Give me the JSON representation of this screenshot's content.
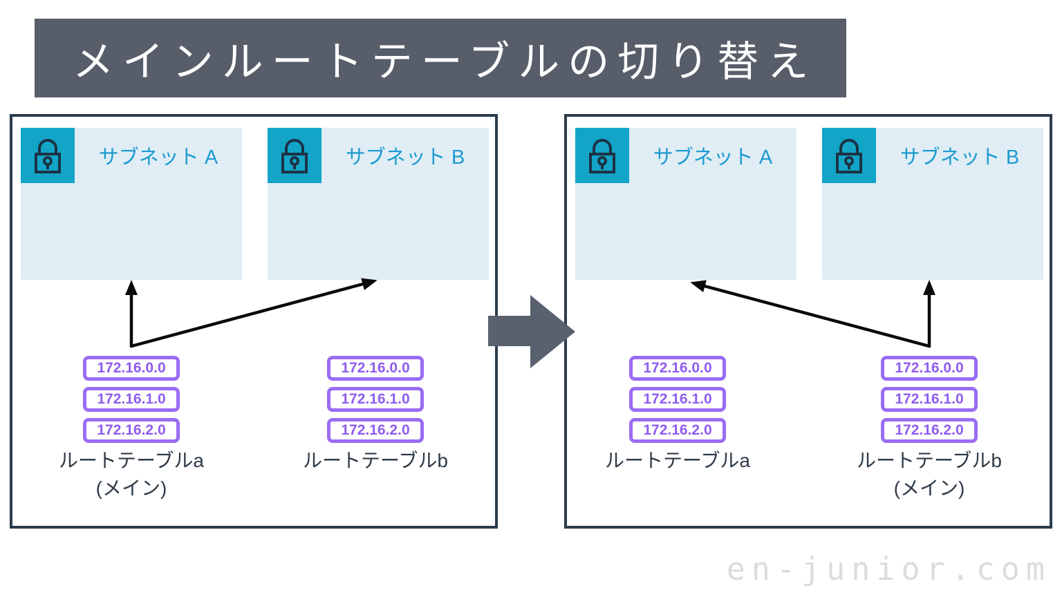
{
  "title": "メインルートテーブルの切り替え",
  "watermark": "en-junior.com",
  "colors": {
    "title_bar_bg": "#575E6A",
    "panel_border": "#2C3C4D",
    "subnet_fill": "#E0EDF5",
    "subnet_icon_bg": "#12A5C8",
    "subnet_icon_stroke": "#1C3245",
    "subnet_label": "#1C9BD0",
    "route_box": "#9A6CF3",
    "route_text": "#8F5CF0",
    "label_text": "#2E3A47",
    "transition_arrow": "#59616E",
    "connector": "#0A0A0A",
    "watermark": "#DCDCDC"
  },
  "panels": [
    {
      "name": "before",
      "subnets": [
        {
          "label": "サブネット A"
        },
        {
          "label": "サブネット B"
        }
      ],
      "route_tables": [
        {
          "name": "ルートテーブルa",
          "role": "(メイン)",
          "is_main": true,
          "routes": [
            "172.16.0.0",
            "172.16.1.0",
            "172.16.2.0"
          ],
          "associated_subnets": [
            "サブネット A",
            "サブネット B"
          ]
        },
        {
          "name": "ルートテーブルb",
          "role": "",
          "is_main": false,
          "routes": [
            "172.16.0.0",
            "172.16.1.0",
            "172.16.2.0"
          ],
          "associated_subnets": []
        }
      ]
    },
    {
      "name": "after",
      "subnets": [
        {
          "label": "サブネット A"
        },
        {
          "label": "サブネット B"
        }
      ],
      "route_tables": [
        {
          "name": "ルートテーブルa",
          "role": "",
          "is_main": false,
          "routes": [
            "172.16.0.0",
            "172.16.1.0",
            "172.16.2.0"
          ],
          "associated_subnets": []
        },
        {
          "name": "ルートテーブルb",
          "role": "(メイン)",
          "is_main": true,
          "routes": [
            "172.16.0.0",
            "172.16.1.0",
            "172.16.2.0"
          ],
          "associated_subnets": [
            "サブネット A",
            "サブネット B"
          ]
        }
      ]
    }
  ]
}
